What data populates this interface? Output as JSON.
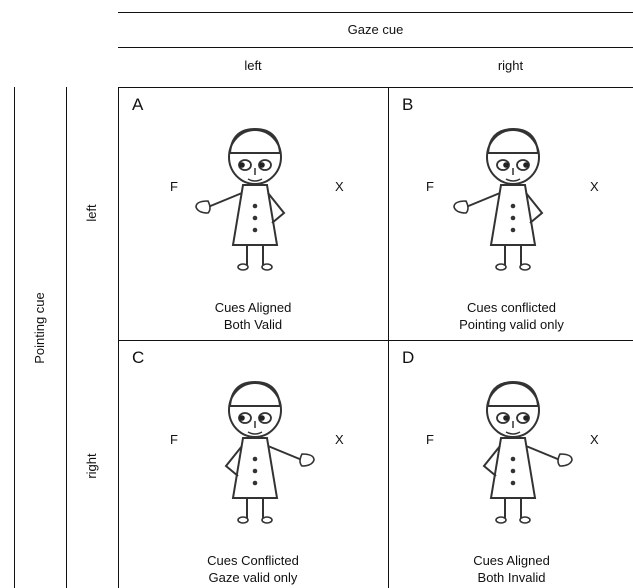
{
  "header": {
    "gaze_cue": "Gaze cue",
    "col_left": "left",
    "col_right": "right"
  },
  "side": {
    "pointing_cue": "Pointing cue",
    "row_left": "left",
    "row_right": "right"
  },
  "cells": [
    {
      "letter": "A",
      "f": "F",
      "x": "X",
      "caption_line1": "Cues Aligned",
      "caption_line2": "Both Valid",
      "point": "left"
    },
    {
      "letter": "B",
      "f": "F",
      "x": "X",
      "caption_line1": "Cues conflicted",
      "caption_line2": "Pointing valid only",
      "point": "left"
    },
    {
      "letter": "C",
      "f": "F",
      "x": "X",
      "caption_line1": "Cues Conflicted",
      "caption_line2": "Gaze valid only",
      "point": "right"
    },
    {
      "letter": "D",
      "f": "F",
      "x": "X",
      "caption_line1": "Cues Aligned",
      "caption_line2": "Both Invalid",
      "point": "right"
    }
  ]
}
